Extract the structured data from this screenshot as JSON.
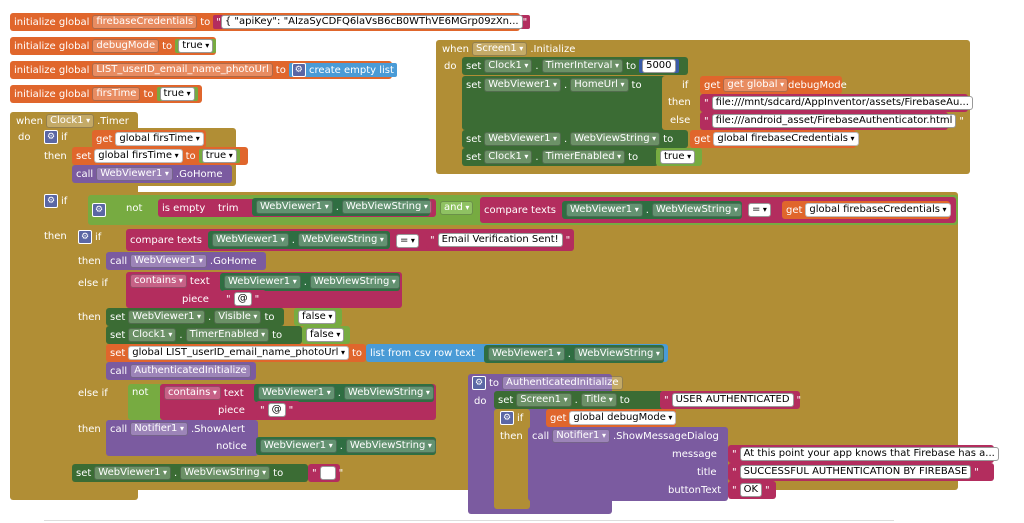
{
  "globals": [
    {
      "kw": "initialize global",
      "name": "firebaseCredentials",
      "to": "to",
      "value": "{ \"apiKey\": \"AIzaSyCDFQ6laVsB6cB0WThVE6MGrp09zXn..."
    },
    {
      "kw": "initialize global",
      "name": "debugMode",
      "to": "to",
      "value": "true"
    },
    {
      "kw": "initialize global",
      "name": "LIST_userID_email_name_photoUrl",
      "to": "to",
      "value": "create empty list"
    },
    {
      "kw": "initialize global",
      "name": "firsTime",
      "to": "to",
      "value": "true"
    }
  ],
  "kw": {
    "when": "when",
    "do": "do",
    "if": "if",
    "then": "then",
    "else": "else",
    "else_if": "else if",
    "set": "set",
    "to": "to",
    "call": "call",
    "get": "get",
    "not": "not",
    "and": "and",
    "is_empty": "is empty",
    "trim": "trim",
    "compare_texts": "compare texts",
    "contains": "contains",
    "text": "text",
    "piece": "piece",
    "list_from_csv": "list from csv row",
    "notice": "notice",
    "message": "message",
    "title": "title",
    "button_text": "buttonText",
    "eq": "=",
    "set_global": "set global",
    "get_global": "get global"
  },
  "comp": {
    "clock1": "Clock1",
    "webviewer1": "WebViewer1",
    "screen1": "Screen1",
    "notifier1": "Notifier1",
    "timer_event": ".Timer",
    "initialize_event": ".Initialize",
    "go_home": ".GoHome",
    "show_alert": ".ShowAlert",
    "show_message_dialog": ".ShowMessageDialog",
    "web_view_string": "WebViewString",
    "timer_interval": "TimerInterval",
    "home_url": "HomeUrl",
    "timer_enabled": "TimerEnabled",
    "visible": "Visible",
    "title_prop": "Title"
  },
  "vals": {
    "true": "true",
    "false": "false",
    "five_thousand": "5000",
    "url_sdcard": "file:///mnt/sdcard/AppInventor/assets/FirebaseAu...",
    "url_asset": "file:///android_asset/FirebaseAuthenticator.html",
    "email_sent": "Email Verification Sent!",
    "at": "@",
    "empty": "",
    "user_authenticated": "USER AUTHENTICATED",
    "msg_text": "At this point your app knows that Firebase has a...",
    "title_text": "SUCCESSFUL AUTHENTICATION BY FIREBASE",
    "ok": "OK"
  },
  "vars": {
    "firs_time": "firsTime",
    "debug_mode": "debugMode",
    "firebase_credentials": "firebaseCredentials",
    "list_var": "LIST_userID_email_name_photoUrl"
  },
  "procs": {
    "authenticated_initialize": "AuthenticatedInitialize",
    "to_kw": "to"
  }
}
